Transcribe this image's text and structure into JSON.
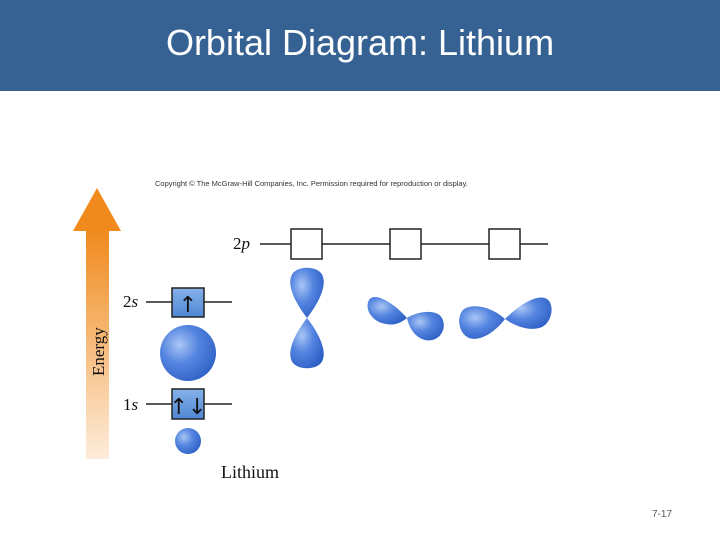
{
  "slide": {
    "title": "Orbital Diagram: Lithium",
    "copyright": "Copyright © The McGraw-Hill Companies, Inc. Permission required for reproduction or display.",
    "page_number": "7-17"
  },
  "diagram": {
    "axis_label": "Energy",
    "element_label": "Lithium",
    "levels": [
      {
        "sublevel": "2",
        "letter": "p",
        "boxes": [
          "",
          "",
          ""
        ]
      },
      {
        "sublevel": "2",
        "letter": "s",
        "boxes": [
          "↑"
        ]
      },
      {
        "sublevel": "1",
        "letter": "s",
        "boxes": [
          "↑↓"
        ]
      }
    ]
  },
  "colors": {
    "title_bar": "#356293",
    "arrow_top": "#f08a1c",
    "arrow_bottom": "#fde9d6",
    "filled_box": "#5b8fd6",
    "orbital": "#3b6fd8"
  }
}
